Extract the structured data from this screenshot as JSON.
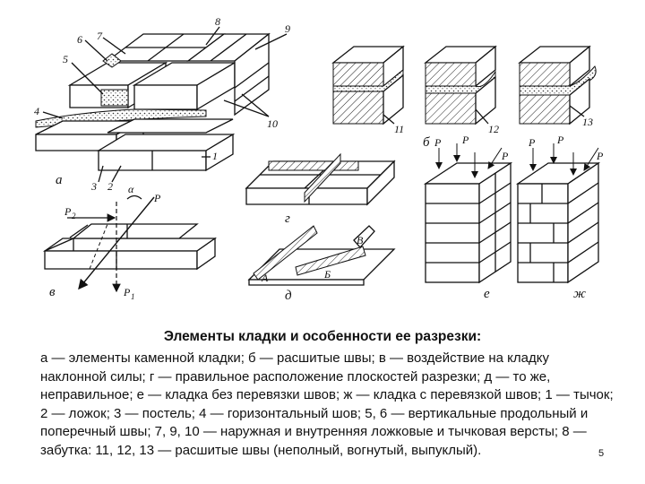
{
  "figure": {
    "labels": {
      "a": "а",
      "b": "б",
      "v": "в",
      "g": "г",
      "d": "д",
      "e": "е",
      "zh": "ж",
      "n1": "1",
      "n2": "2",
      "n3": "3",
      "n4": "4",
      "n5": "5",
      "n6": "6",
      "n7": "7",
      "n8": "8",
      "n9": "9",
      "n10": "10",
      "n11": "11",
      "n12": "12",
      "n13": "13",
      "P": "P",
      "P1": "P",
      "P1sub": "1",
      "P2": "P",
      "P2sub": "2",
      "alpha": "α",
      "A": "А",
      "B": "Б",
      "V": "В"
    }
  },
  "caption": {
    "title": "Элементы кладки и особенности ее разрезки:",
    "body": "а — элементы каменной кладки; б — расшитые швы; в — воздействие на кладку наклонной силы; г — правильное расположение плоскостей разрезки; д — то же, неправильное; е — кладка без перевязки швов; ж — кладка с перевязкой швов; 1 — тычок; 2 — ложок; 3 — постель; 4 — горизонтальный шов; 5, 6 — вертикальные продольный и поперечный швы; 7, 9, 10 — наружная и внутренняя ложковые и тычковая версты; 8 — забутка: 11, 12, 13 — расшитые швы (неполный, вогнутый, выпуклый)."
  },
  "slide_number": "5"
}
